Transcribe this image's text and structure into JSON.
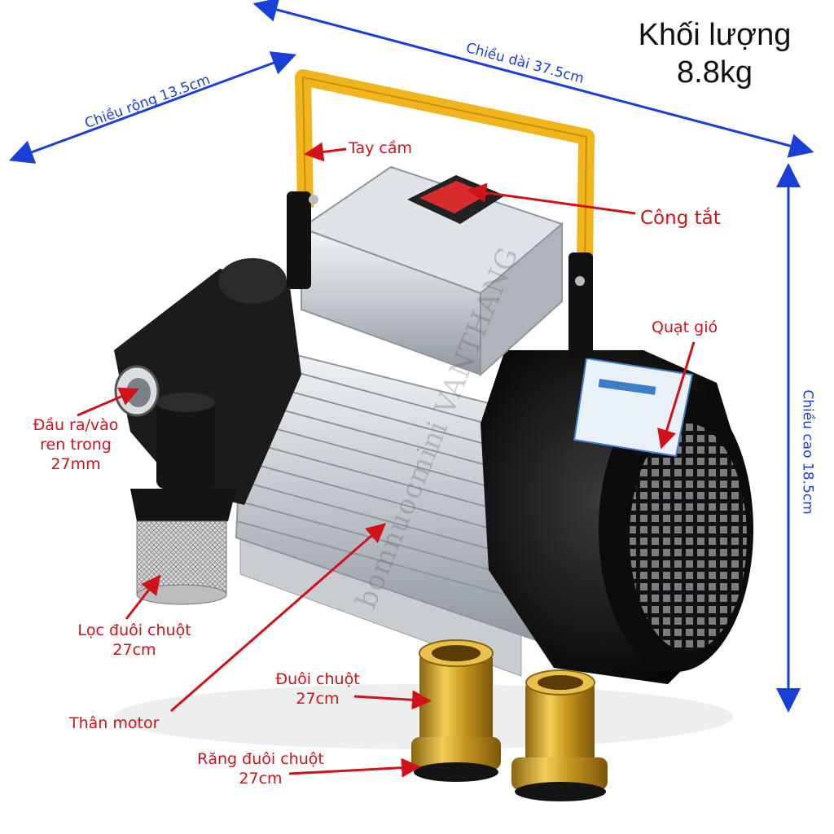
{
  "weight": {
    "line1": "Khối lượng",
    "line2": "8.8kg"
  },
  "dimensions": {
    "length": "Chiều dài 37.5cm",
    "width": "Chiều rộng 13.5cm",
    "height": "Chiều cao 18.5cm"
  },
  "labels": {
    "handle": "Tay cầm",
    "switch": "Công tắt",
    "fan": "Quạt gió",
    "port": {
      "l1": "Đầu ra/vào",
      "l2": "ren trong",
      "l3": "27mm"
    },
    "filter": {
      "l1": "Lọc đuôi chuột",
      "l2": "27cm"
    },
    "body": "Thân motor",
    "hose_tail": {
      "l1": "Đuôi chuột",
      "l2": "27cm"
    },
    "thread_tail": {
      "l1": "Răng đuôi chuột",
      "l2": "27cm"
    }
  },
  "watermark": "bomnuocmini VANTHANG",
  "colors": {
    "label": "#d0121b",
    "dimension": "#1a3fd6",
    "handle": "#f0b41c",
    "motor": "#111111",
    "aluminium": "#cfd3d8",
    "brass": "#d9a520"
  }
}
